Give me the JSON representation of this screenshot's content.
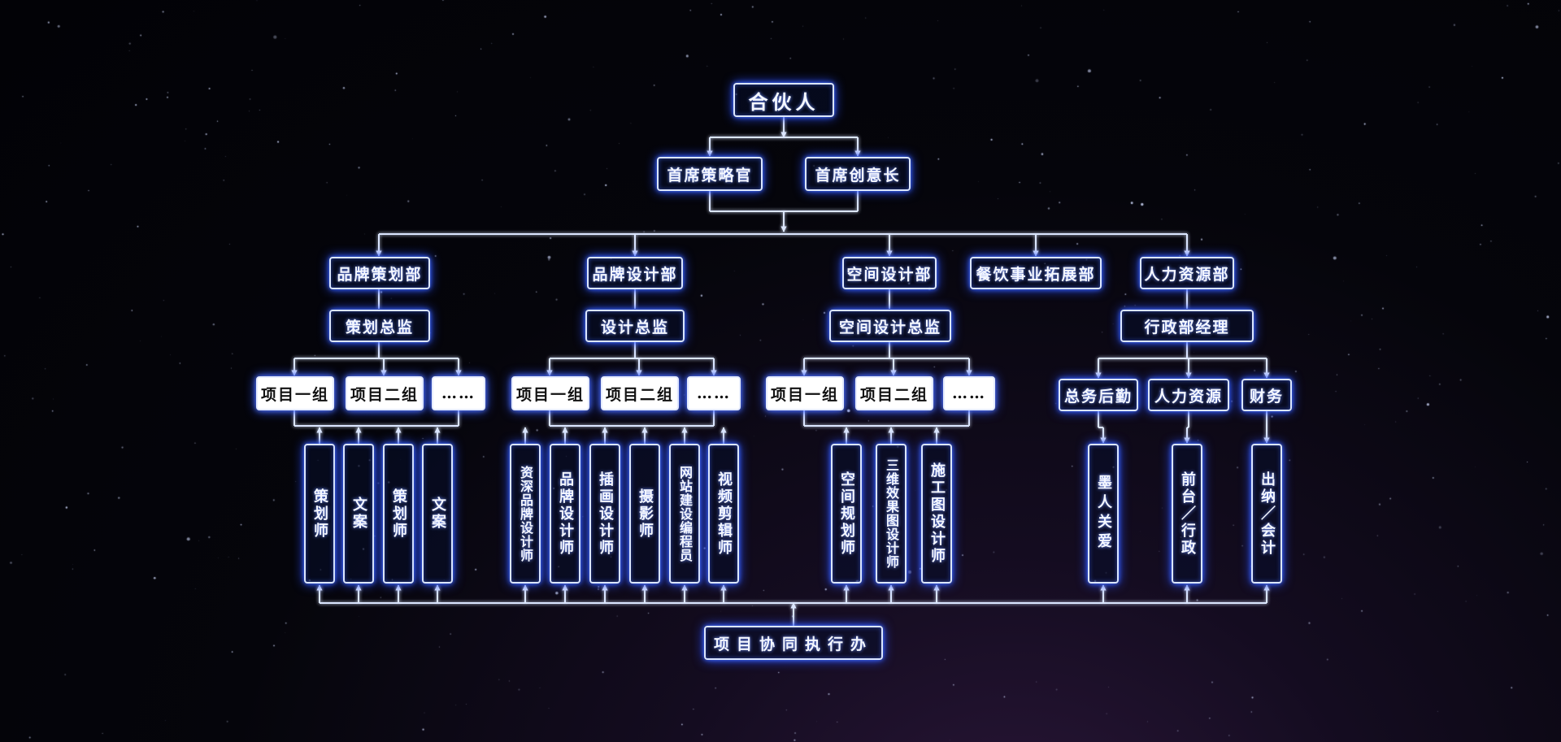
{
  "org": {
    "partner": "合伙人",
    "cso": "首席策略官",
    "cco": "首席创意长",
    "departments": {
      "brand_planning": "品牌策划部",
      "brand_design": "品牌设计部",
      "space_design": "空间设计部",
      "catering_expansion": "餐饮事业拓展部",
      "hr": "人力资源部"
    },
    "directors": {
      "planning_director": "策划总监",
      "design_director": "设计总监",
      "space_design_director": "空间设计总监",
      "admin_manager": "行政部经理"
    },
    "groups": {
      "group_one": "项目一组",
      "group_two": "项目二组",
      "more": "……"
    },
    "hr_units": {
      "general_affairs": "总务后勤",
      "human_resources": "人力资源",
      "finance": "财务"
    },
    "roles": {
      "planner": "策划师",
      "copywriter": "文案",
      "senior_brand_designer": "资深品牌设计师",
      "brand_designer": "品牌设计师",
      "illustrator": "插画设计师",
      "photographer": "摄影师",
      "web_programmer": "网站建设编程员",
      "video_editor": "视频剪辑师",
      "space_planner": "空间规划师",
      "rendering_designer": "三维效果图设计师",
      "construction_designer": "施工图设计师",
      "employee_care": "墨人关爱",
      "front_desk": "前台／行政",
      "cashier_accountant": "出纳／会计"
    },
    "coordination_office": "项目协同执行办"
  }
}
